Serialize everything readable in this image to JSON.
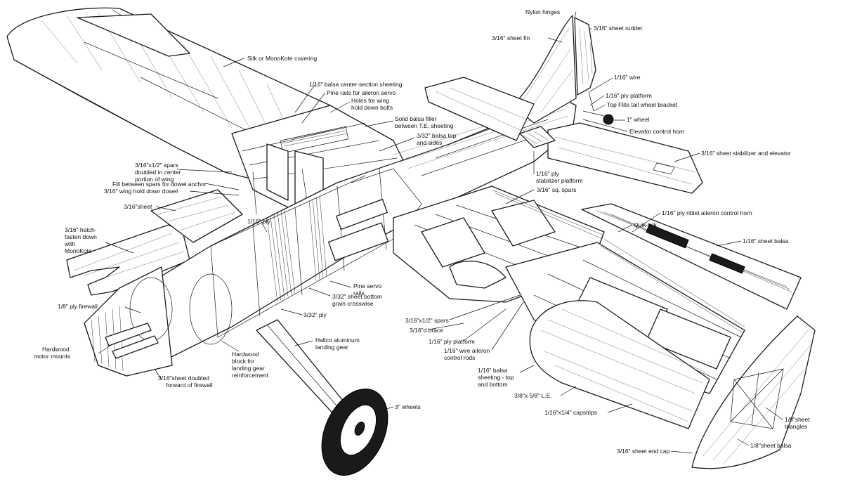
{
  "labels": {
    "nylon_hinges": "Nylon hinges",
    "sheet_rudder": "3/16\" sheet rudder",
    "sheet_fin": "3/16\" sheet fin",
    "wire": "1/16\" wire",
    "ply_platform_tail": "1/16\" ply platform",
    "tail_wheel_bracket": "Top Flite tail wheel bracket",
    "wheel_1": "1\" wheel",
    "elevator_control_horn": "Elevator control horn",
    "stabilizer_elevator": "3/16\" sheet stabilizer and elevator",
    "silk_monokote": "Silk or MonoKote covering",
    "balsa_center_sheeting": "1/16\" balsa center-section sheeting",
    "pine_rails_aileron": "Pine rails for aileron servo",
    "holes_wing_1": "Holes for wing",
    "holes_wing_2": "hold down bolts",
    "solid_balsa_1": "Solid balsa filler",
    "solid_balsa_2": "between T.E. sheeting",
    "balsa_top_sides_1": "3/32\" balsa top",
    "balsa_top_sides_2": "and sides",
    "ply_stab_platform_1": "1/16\" ply",
    "ply_stab_platform_2": "stabilizer platform",
    "sq_spars": "3/16\" sq. spars",
    "spars_doubled_1": "3/16\"x1/2\" spars",
    "spars_doubled_2": "doubled in center",
    "spars_doubled_3": "portion of wing",
    "fill_between_spars": "Fill between spars for dowel anchor",
    "wing_dowel": "3/16\" wing hold down dowel",
    "sheet_316": "3/16\"sheet",
    "ply_116": "1/16\" ply",
    "hatch_1": "3/16\" hatch-",
    "hatch_2": "fasten down",
    "hatch_3": "with",
    "hatch_4": "MonoKote",
    "riblet_horn": "1/16\" ply riblet aileron control horn",
    "quik_link": "Quik-link",
    "sheet_balsa_116": "1/16\" sheet balsa",
    "ply_firewall": "1/8\" ply firewall",
    "pine_servo_1": "Pine servo",
    "pine_servo_2": "rails",
    "bottom_sheet_1": "3/32\" sheet bottom",
    "bottom_sheet_2": "grain crosswise",
    "ply_332": "3/32\" ply",
    "spars_bottom": "3/16\"x1/2\" spars",
    "d_brace": "3/16\"d brace",
    "ply_platform_wing": "1/16\" ply platform",
    "wire_aileron_1": "1/16\" wire aileron",
    "wire_aileron_2": "control rods",
    "hallco_1": "Hallco aluminum",
    "hallco_2": "landing gear",
    "hardwood_mounts_1": "Hardwood",
    "hardwood_mounts_2": "motor mounts",
    "hardwood_block_1": "Hardwood",
    "hardwood_block_2": "block for",
    "hardwood_block_3": "landing gear",
    "hardwood_block_4": "reinforcement",
    "balsa_sheeting_tb_1": "1/16\" balsa",
    "balsa_sheeting_tb_2": "sheeting - top",
    "balsa_sheeting_tb_3": "and bottom",
    "le": "3/8\"x 5/8\" L.E.",
    "doubled_forward_1": "3/16\"sheet doubled",
    "doubled_forward_2": "forward of firewall",
    "wheels_3": "3\" wheels",
    "capstrips": "1/16\"x1/4\" capstrips",
    "triangles_1": "1/8\"sheet",
    "triangles_2": "triangles",
    "end_cap": "3/16\" sheet end cap",
    "sheet_balsa_18": "1/8\"sheet balsa"
  }
}
